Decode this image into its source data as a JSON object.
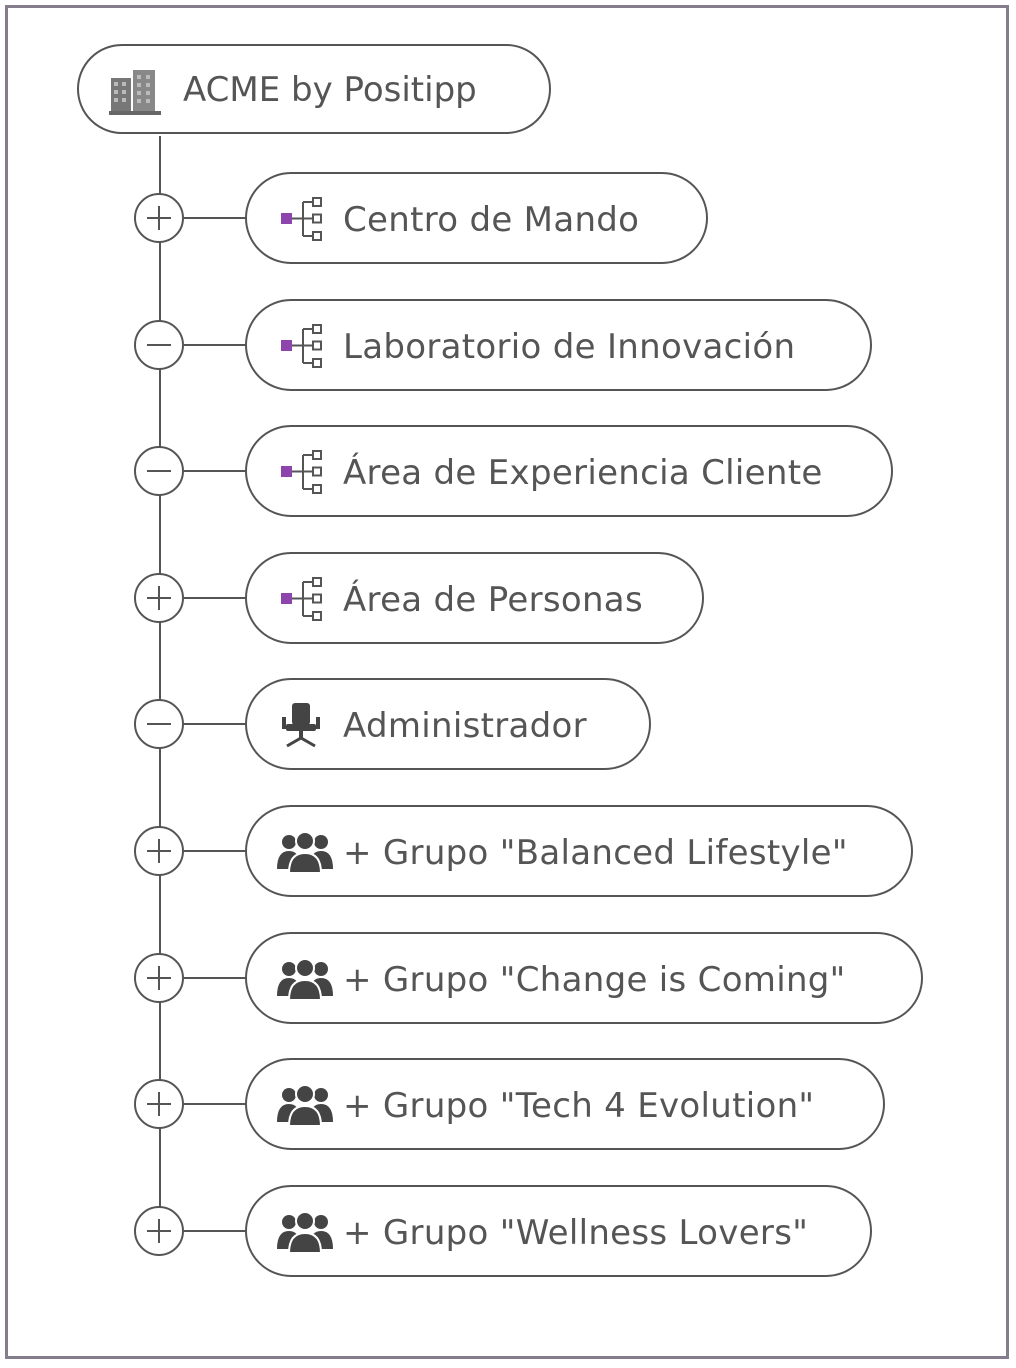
{
  "root": {
    "label": "ACME by Positipp",
    "icon": "buildings-icon"
  },
  "items": [
    {
      "label": "Centro de Mando",
      "icon": "org-tree-icon",
      "state": "collapsed",
      "accent": "#8e44ad"
    },
    {
      "label": "Laboratorio de Innovación",
      "icon": "org-tree-icon",
      "state": "expanded",
      "accent": "#8e44ad"
    },
    {
      "label": "Área de Experiencia Cliente",
      "icon": "org-tree-icon",
      "state": "expanded",
      "accent": "#8e44ad"
    },
    {
      "label": "Área de Personas",
      "icon": "org-tree-icon",
      "state": "collapsed",
      "accent": "#8e44ad"
    },
    {
      "label": "Administrador",
      "icon": "office-chair-icon",
      "state": "expanded"
    },
    {
      "label": "+ Grupo \"Balanced Lifestyle\"",
      "icon": "group-users-icon",
      "state": "collapsed"
    },
    {
      "label": "+ Grupo \"Change is Coming\"",
      "icon": "group-users-icon",
      "state": "collapsed"
    },
    {
      "label": "+ Grupo \"Tech 4 Evolution\"",
      "icon": "group-users-icon",
      "state": "collapsed"
    },
    {
      "label": "+ Grupo \"Wellness Lovers\"",
      "icon": "group-users-icon",
      "state": "collapsed"
    }
  ],
  "colors": {
    "line": "#555555",
    "frame": "#857d8c",
    "accent": "#8e44ad"
  }
}
